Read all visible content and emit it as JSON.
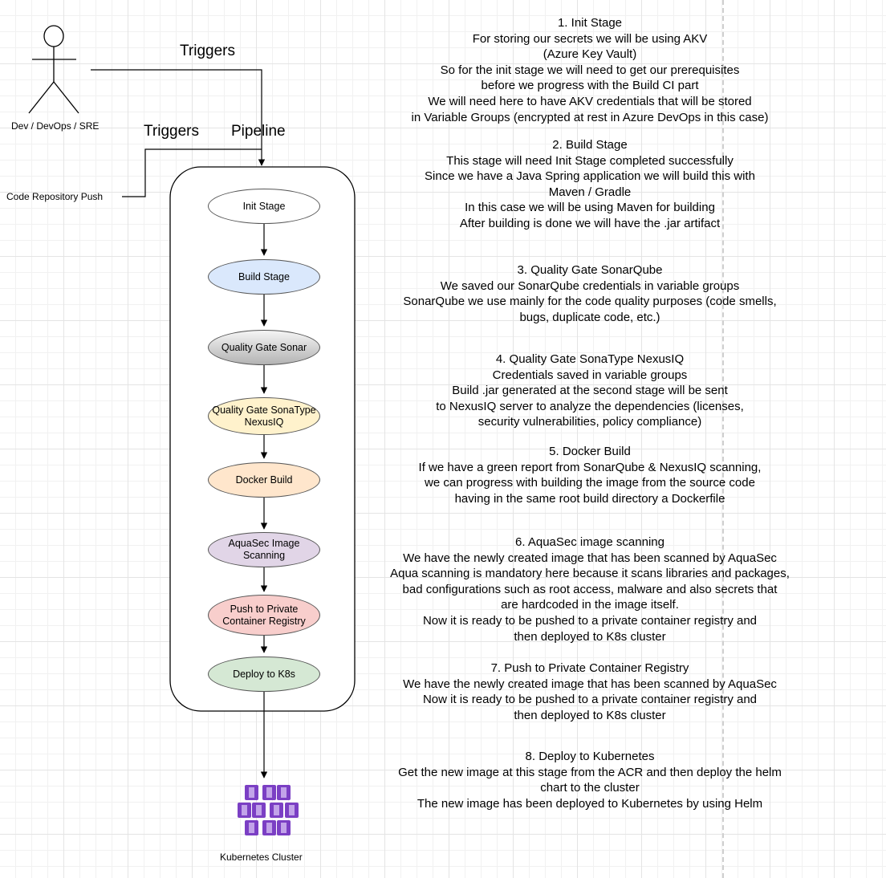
{
  "actor": {
    "label": "Dev / DevOps / SRE"
  },
  "triggers": {
    "actor": "Triggers",
    "repo": "Triggers"
  },
  "repo": {
    "label": "Code Repository Push"
  },
  "pipeline": {
    "title": "Pipeline"
  },
  "stages": [
    {
      "label": "Init Stage",
      "color": "#ffffff",
      "gradient": false
    },
    {
      "label": "Build Stage",
      "color": "#dae8fc",
      "gradient": false
    },
    {
      "label": "Quality Gate Sonar",
      "color": "#f5f5f5",
      "gradient": true,
      "gradient_to": "#b3b3b3"
    },
    {
      "label": "Quality Gate SonaType NexusIQ",
      "color": "#fff2cc",
      "gradient": false
    },
    {
      "label": "Docker Build",
      "color": "#ffe6cc",
      "gradient": false
    },
    {
      "label": "AquaSec Image Scanning",
      "color": "#e1d5e7",
      "gradient": false
    },
    {
      "label": "Push to Private Container Registry",
      "color": "#f8cecc",
      "gradient": false
    },
    {
      "label": "Deploy to K8s",
      "color": "#d5e8d4",
      "gradient": false
    }
  ],
  "cluster": {
    "label": "Kubernetes Cluster",
    "color": "#7b3fc4"
  },
  "descriptions": [
    {
      "lines": [
        "1. Init Stage",
        "For storing our secrets we will be using AKV",
        "(Azure Key Vault)",
        "So for the init stage we will need to get our prerequisites",
        "before we progress with the Build CI part",
        "We will need here to have AKV credentials that will be stored",
        "in Variable Groups (encrypted at rest in Azure DevOps in this case)"
      ]
    },
    {
      "lines": [
        "2. Build Stage",
        "This stage will need Init Stage completed successfully",
        "Since we have a Java Spring application we will build this with",
        "Maven / Gradle",
        "In this case we will be using Maven for building",
        "After building is done we will have the .jar artifact"
      ]
    },
    {
      "lines": [
        "3. Quality Gate SonarQube",
        "We saved our SonarQube credentials in variable groups",
        "SonarQube we use mainly for the code quality purposes (code smells,",
        "bugs, duplicate code, etc.)"
      ]
    },
    {
      "lines": [
        "4. Quality Gate SonaType NexusIQ",
        "Credentials saved in variable groups",
        "Build .jar generated at the second stage will be sent",
        "to NexusIQ server to analyze the dependencies (licenses,",
        "security vulnerabilities, policy compliance)"
      ]
    },
    {
      "lines": [
        "5. Docker Build",
        "If we have a green report from SonarQube & NexusIQ scanning,",
        "we can progress with building the image from the source code",
        "having in the same root build directory a Dockerfile"
      ]
    },
    {
      "lines": [
        "6. AquaSec image scanning",
        "We have the newly created image that has been scanned by AquaSec",
        "Aqua scanning is mandatory here because it scans libraries and packages,",
        "bad configurations such as root access, malware and also secrets that",
        "are hardcoded in the image itself.",
        "Now it is ready to be pushed to a private container registry and",
        "then deployed to K8s cluster"
      ]
    },
    {
      "lines": [
        "7. Push to Private Container Registry",
        "We have the newly created image that has been scanned by AquaSec",
        "Now it is ready to be pushed to a private container registry and",
        "then deployed to K8s cluster"
      ]
    },
    {
      "lines": [
        "8. Deploy to Kubernetes",
        "Get the new image at this stage from the ACR and then deploy the helm",
        "chart to the cluster",
        "The new image has been deployed to Kubernetes by using Helm"
      ]
    }
  ]
}
